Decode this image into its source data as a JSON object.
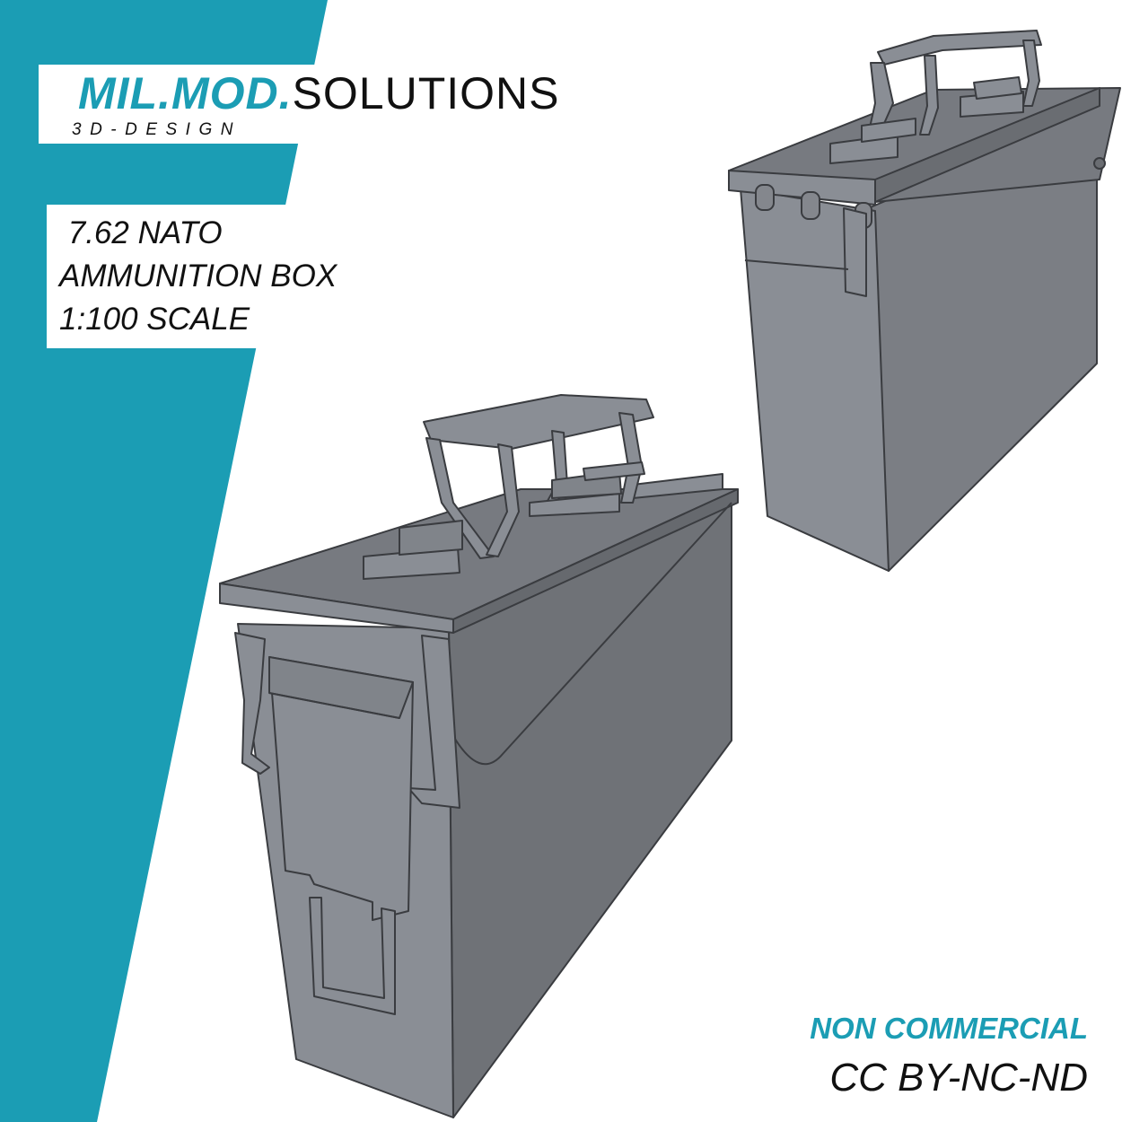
{
  "brand": {
    "accent_text": "MIL.MOD.",
    "plain_text": "SOLUTIONS",
    "tagline": "3D-DESIGN"
  },
  "title": {
    "lines": [
      " 7.62 NATO",
      "AMMUNITION BOX",
      "1:100 SCALE"
    ]
  },
  "license": {
    "type": "NON COMMERCIAL",
    "code": "CC BY-NC-ND"
  },
  "colors": {
    "accent": "#1b9db4",
    "text": "#111111",
    "background": "#ffffff",
    "box_front": "#8a8e95",
    "box_side": "#6f7277",
    "box_top": "#7d8187"
  }
}
